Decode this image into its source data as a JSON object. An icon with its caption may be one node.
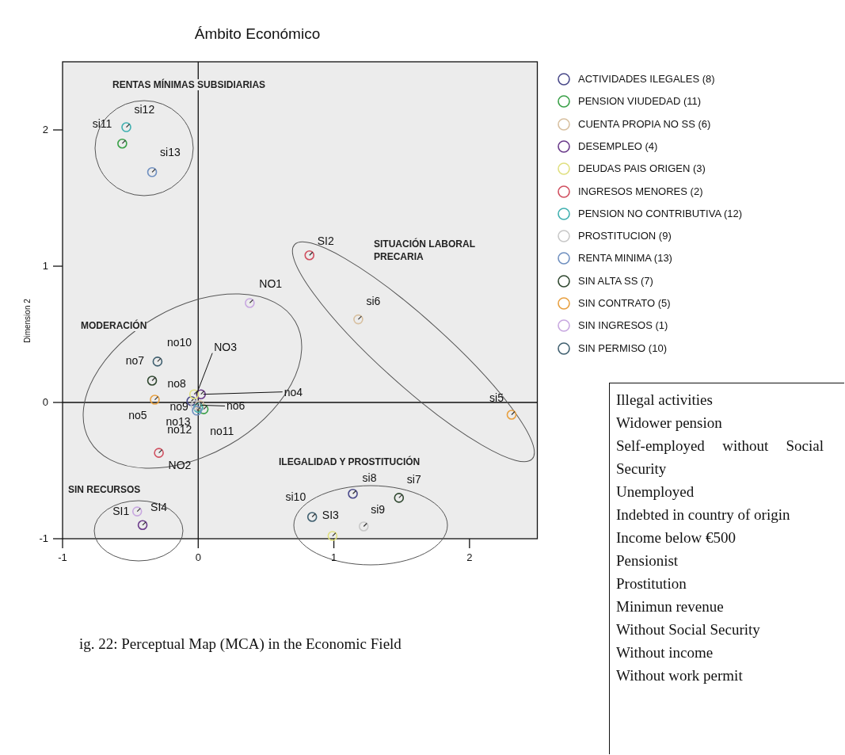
{
  "diagram": {
    "title": "Ámbito Económico",
    "caption": "ig. 22: Perceptual Map (MCA) in the Economic Field",
    "nodes": [
      {
        "text": [
          "Illegal activities",
          "Widower pension",
          "Self-employed without Social Security",
          "Unemployed",
          "Indebted in country of origin",
          "Income below €500",
          "Pensionist",
          "Prostitution",
          "Minimun revenue",
          "Without Social Security",
          "Without income",
          "Without work permit"
        ]
      }
    ],
    "labels": [
      "RENTAS MÍNIMAS SUBSIDIARIAS",
      "SITUACIÓN LABORAL PRECARIA",
      "MODERACIÓN",
      "SIN RECURSOS",
      "ILEGALIDAD Y PROSTITUCIÓN"
    ],
    "chart_data": {
      "type": "scatter",
      "ylabel": "Dimension 2",
      "xlim": [
        -1,
        2.5
      ],
      "ylim": [
        -1,
        2.5
      ],
      "xticks": [
        -1,
        0,
        1,
        2
      ],
      "yticks": [
        -1,
        0,
        1,
        2
      ],
      "series": [
        {
          "name": "ACTIVIDADES ILEGALES (8)",
          "color": "#4a4a8a",
          "x": [
            1.14,
            -0.05
          ],
          "values": [
            -0.67,
            0.01
          ]
        },
        {
          "name": "PENSION VIUDEDAD (11)",
          "color": "#3aa048",
          "x": [
            -0.56,
            0.04
          ],
          "values": [
            1.9,
            -0.05
          ]
        },
        {
          "name": "CUENTA PROPIA NO SS (6)",
          "color": "#d8c0a0",
          "x": [
            1.18,
            0.01
          ],
          "values": [
            0.61,
            -0.02
          ]
        },
        {
          "name": "DESEMPLEO (4)",
          "color": "#6a3a8a",
          "x": [
            -0.41,
            0.02
          ],
          "values": [
            -0.9,
            0.06
          ]
        },
        {
          "name": "DEUDAS PAIS ORIGEN (3)",
          "color": "#e0e080",
          "x": [
            0.99,
            -0.03
          ],
          "values": [
            -0.98,
            0.06
          ]
        },
        {
          "name": "INGRESOS MENORES (2)",
          "color": "#d05060",
          "x": [
            0.82,
            -0.29
          ],
          "values": [
            1.08,
            -0.37
          ]
        },
        {
          "name": "PENSION NO CONTRIBUTIVA (12)",
          "color": "#40b0b0",
          "x": [
            -0.53,
            0.0
          ],
          "values": [
            2.02,
            -0.04
          ]
        },
        {
          "name": "PROSTITUCION (9)",
          "color": "#c8c8c8",
          "x": [
            1.22,
            -0.02
          ],
          "values": [
            -0.91,
            -0.02
          ]
        },
        {
          "name": "RENTA MINIMA (13)",
          "color": "#7090c0",
          "x": [
            -0.34,
            -0.01
          ],
          "values": [
            1.69,
            -0.06
          ]
        },
        {
          "name": "SIN ALTA SS (7)",
          "color": "#304830",
          "x": [
            1.48,
            -0.34
          ],
          "values": [
            -0.7,
            0.16
          ]
        },
        {
          "name": "SIN CONTRATO (5)",
          "color": "#e8a040",
          "x": [
            2.31,
            -0.32
          ],
          "values": [
            -0.09,
            0.02
          ]
        },
        {
          "name": "SIN INGRESOS (1)",
          "color": "#c8a8e0",
          "x": [
            -0.45,
            0.38
          ],
          "values": [
            -0.8,
            0.73
          ]
        },
        {
          "name": "SIN PERMISO (10)",
          "color": "#406070",
          "x": [
            0.84,
            -0.3
          ],
          "values": [
            -0.84,
            0.3
          ]
        }
      ],
      "annotations": [
        {
          "text": "si8",
          "x": 1.14,
          "y": -0.67
        },
        {
          "text": "no8",
          "x": -0.05,
          "y": 0.01
        },
        {
          "text": "si11",
          "x": -0.56,
          "y": 1.9
        },
        {
          "text": "no11",
          "x": 0.04,
          "y": -0.05
        },
        {
          "text": "si6",
          "x": 1.18,
          "y": 0.61
        },
        {
          "text": "no6",
          "x": 0.01,
          "y": -0.02
        },
        {
          "text": "SI4",
          "x": -0.41,
          "y": -0.9
        },
        {
          "text": "no4",
          "x": 0.02,
          "y": 0.06
        },
        {
          "text": "SI3",
          "x": 0.99,
          "y": -0.98
        },
        {
          "text": "NO3",
          "x": -0.03,
          "y": 0.06
        },
        {
          "text": "SI2",
          "x": 0.82,
          "y": 1.08
        },
        {
          "text": "NO2",
          "x": -0.29,
          "y": -0.37
        },
        {
          "text": "si12",
          "x": -0.53,
          "y": 2.02
        },
        {
          "text": "no12",
          "x": 0.0,
          "y": -0.04
        },
        {
          "text": "si9",
          "x": 1.22,
          "y": -0.91
        },
        {
          "text": "no9",
          "x": -0.02,
          "y": -0.02
        },
        {
          "text": "si13",
          "x": -0.34,
          "y": 1.69
        },
        {
          "text": "no13",
          "x": -0.01,
          "y": -0.06
        },
        {
          "text": "si7",
          "x": 1.48,
          "y": -0.7
        },
        {
          "text": "no7",
          "x": -0.34,
          "y": 0.16
        },
        {
          "text": "si5",
          "x": 2.31,
          "y": -0.09
        },
        {
          "text": "no5",
          "x": -0.32,
          "y": 0.02
        },
        {
          "text": "SI1",
          "x": -0.45,
          "y": -0.8
        },
        {
          "text": "NO1",
          "x": 0.38,
          "y": 0.73
        },
        {
          "text": "si10",
          "x": 0.84,
          "y": -0.84
        },
        {
          "text": "no10",
          "x": -0.3,
          "y": 0.3
        }
      ]
    }
  }
}
